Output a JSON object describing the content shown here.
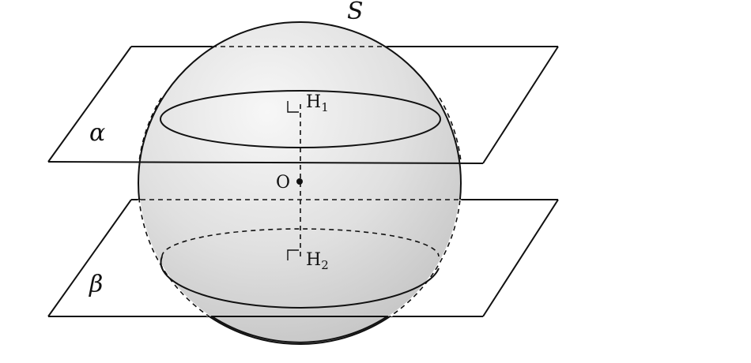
{
  "figure": {
    "sphere_label": "S",
    "center_label": "O",
    "plane_top_label": "α",
    "plane_bottom_label": "β",
    "foot_top": {
      "letter": "H",
      "subscript": "1"
    },
    "foot_bottom": {
      "letter": "H",
      "subscript": "2"
    }
  },
  "colors": {
    "stroke": "#111111",
    "sphere_light": "#f7f7f7",
    "sphere_dark": "#c4c4c4"
  }
}
